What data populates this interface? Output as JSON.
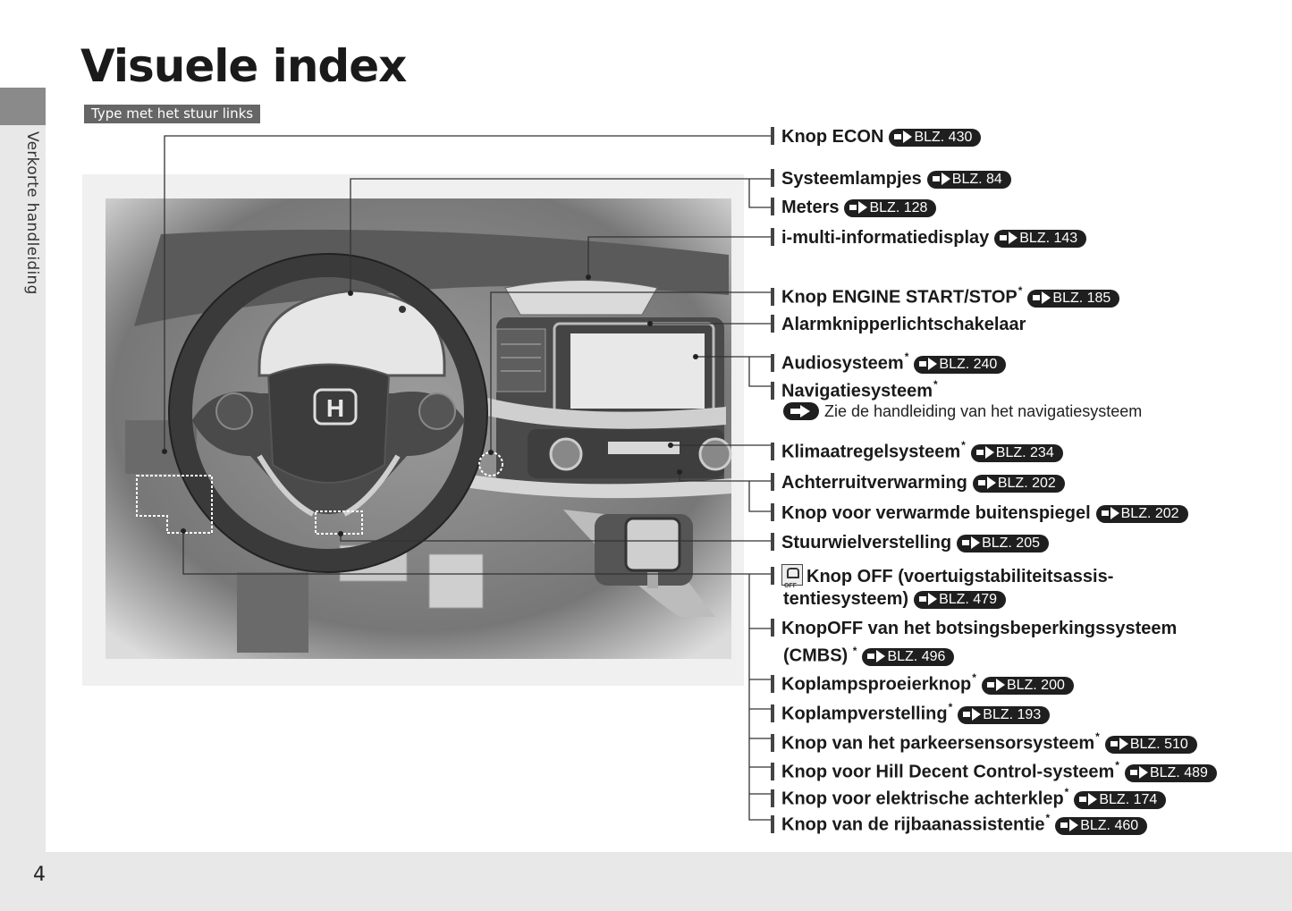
{
  "sidebar": {
    "label": "Verkorte handleiding"
  },
  "page": {
    "number": "4"
  },
  "header": {
    "title": "Visuele index",
    "subtitle": "Type met het stuur links"
  },
  "colors": {
    "sidebar": "#e8e8e8",
    "sidebar_tab": "#8a8a8a",
    "tag": "#666666",
    "ref_pill": "#1f1f1f"
  },
  "illustration": {
    "logo": "H"
  },
  "callouts": [
    {
      "label": "Knop ECON",
      "ref": "BLZ. 430"
    },
    {
      "label": "Systeemlampjes",
      "ref": "BLZ. 84"
    },
    {
      "label": "Meters",
      "ref": "BLZ. 128"
    },
    {
      "label": "i-multi-informatiedisplay",
      "ref": "BLZ. 143"
    },
    {
      "label": "Knop ENGINE START/STOP",
      "star": "*",
      "ref": "BLZ. 185"
    },
    {
      "label": "Alarmknipperlichtschakelaar"
    },
    {
      "label": "Audiosysteem",
      "star": "*",
      "ref": "BLZ. 240"
    },
    {
      "label": "Navigatiesysteem",
      "star": "*",
      "note": "Zie de handleiding van het navigatiesysteem"
    },
    {
      "label": "Klimaatregelsysteem",
      "star": "*",
      "ref": "BLZ. 234"
    },
    {
      "label": "Achterruitverwarming",
      "ref": "BLZ. 202"
    },
    {
      "label": "Knop voor verwarmde buitenspiegel",
      "ref": "BLZ. 202"
    },
    {
      "label": "Stuurwielverstelling",
      "ref": "BLZ. 205"
    },
    {
      "label": "Knop OFF (voertuigstabiliteitsassis-",
      "label2": "tentiesysteem)",
      "ref": "BLZ. 479"
    },
    {
      "label": "KnopOFF van het botsingsbeperkingssysteem",
      "label2": "(CMBS)",
      "star": "*",
      "ref": "BLZ. 496"
    },
    {
      "label": "Koplampsproeierknop",
      "star": "*",
      "ref": "BLZ. 200"
    },
    {
      "label": "Koplampverstelling",
      "star": "*",
      "ref": "BLZ. 193"
    },
    {
      "label": "Knop van het parkeersensorsysteem",
      "star": "*",
      "ref": "BLZ. 510"
    },
    {
      "label": "Knop voor Hill Decent Control-systeem",
      "star": "*",
      "ref": "BLZ. 489"
    },
    {
      "label": "Knop voor elektrische achterklep",
      "star": "*",
      "ref": "BLZ. 174"
    },
    {
      "label": "Knop van de rijbaanassistentie",
      "star": "*",
      "ref": "BLZ. 460"
    }
  ]
}
